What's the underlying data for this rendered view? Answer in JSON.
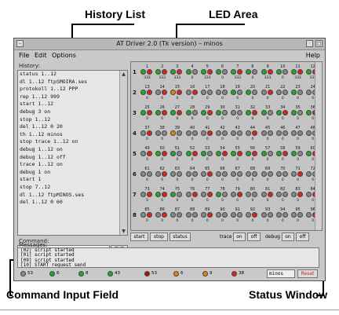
{
  "callouts": {
    "history": "History List",
    "led": "LED Area",
    "command": "Command Input Field",
    "status": "Status Window"
  },
  "window": {
    "title": "AT Driver 2.0 (Tk version) – minos",
    "menu": {
      "file": "File",
      "edit": "Edit",
      "options": "Options",
      "help": "Help"
    },
    "history_label": "History:",
    "history": [
      "status 1..12",
      "dl 1..12 ftpSMOIRA.ses",
      "protokoll 1..12 PPP",
      "rep 1..12 999",
      "start 1..12",
      "debug 3 on",
      "stop 1..12",
      "del 1..12 0 20",
      "th 1..12 minos",
      "stop trace 1..12 on",
      "debug 1..12 on",
      "debug 1..12 off",
      "trace 1..12 on",
      "debug 1 on",
      "start 1",
      "stop 7..12",
      "dl 1..12 ftpMINOS.ses",
      "del 1..12 0 60"
    ],
    "command_label": "Command:",
    "command_value": "",
    "exe_label": "EXE",
    "controls": {
      "start": "start",
      "stop": "stop",
      "status": "status",
      "trace": "trace",
      "debug": "debug",
      "on": "on",
      "off": "off"
    },
    "messages_label": "Messages:",
    "messages": [
      "[02] script started",
      "[01] script started",
      "[09] script started",
      "[10] START request send"
    ],
    "status_counts": [
      {
        "color": "#888888",
        "count": "53"
      },
      {
        "color": "#22aa22",
        "count": "6"
      },
      {
        "color": "#22aa22",
        "count": "8"
      },
      {
        "color": "#22aa22",
        "count": "43"
      },
      {
        "color": "#aa1111",
        "count": "53"
      },
      {
        "color": "#dd8800",
        "count": "6"
      },
      {
        "color": "#dd8800",
        "count": "9"
      },
      {
        "color": "#dd2222",
        "count": "38"
      }
    ],
    "host_field": "minos",
    "reset_label": "Reset"
  },
  "led_rows": [
    {
      "row": "1",
      "cells": [
        {
          "n": "1",
          "c": [
            "#22aa22",
            "#dd2222"
          ],
          "v": "333"
        },
        {
          "n": "2",
          "c": [
            "#22aa22",
            "#dd2222"
          ],
          "v": "333"
        },
        {
          "n": "3",
          "c": [
            "#22aa22",
            "#dd2222"
          ],
          "v": "333"
        },
        {
          "n": "4",
          "c": [
            "#22aa22",
            "#888888"
          ],
          "v": "0"
        },
        {
          "n": "5",
          "c": [
            "#22aa22",
            "#dd2222"
          ],
          "v": "333"
        },
        {
          "n": "6",
          "c": [
            "#22aa22",
            "#888888"
          ],
          "v": "0"
        },
        {
          "n": "7",
          "c": [
            "#22aa22",
            "#dd2222"
          ],
          "v": "333"
        },
        {
          "n": "8",
          "c": [
            "#22aa22",
            "#888888"
          ],
          "v": "0"
        },
        {
          "n": "9",
          "c": [
            "#22aa22",
            "#dd2222"
          ],
          "v": "333"
        },
        {
          "n": "10",
          "c": [
            "#22aa22",
            "#888888"
          ],
          "v": "0"
        },
        {
          "n": "11",
          "c": [
            "#22aa22",
            "#dd2222"
          ],
          "v": "333"
        },
        {
          "n": "12",
          "c": [
            "#22aa22",
            "#dd2222"
          ],
          "v": "333"
        }
      ]
    },
    {
      "row": "2",
      "cells": [
        {
          "n": "13",
          "c": [
            "#22aa22",
            "#dd2222"
          ],
          "v": "0"
        },
        {
          "n": "14",
          "c": [
            "#888888",
            "#dd2222"
          ],
          "v": "0"
        },
        {
          "n": "15",
          "c": [
            "#dd8800",
            "#dd2222"
          ],
          "v": "0"
        },
        {
          "n": "16",
          "c": [
            "#888888",
            "#dd2222"
          ],
          "v": "0"
        },
        {
          "n": "17",
          "c": [
            "#888888",
            "#888888"
          ],
          "v": "0"
        },
        {
          "n": "18",
          "c": [
            "#888888",
            "#888888"
          ],
          "v": "0"
        },
        {
          "n": "19",
          "c": [
            "#22aa22",
            "#888888"
          ],
          "v": "0"
        },
        {
          "n": "20",
          "c": [
            "#22aa22",
            "#888888"
          ],
          "v": "0"
        },
        {
          "n": "21",
          "c": [
            "#888888",
            "#dd2222"
          ],
          "v": "0"
        },
        {
          "n": "22",
          "c": [
            "#888888",
            "#888888"
          ],
          "v": "0"
        },
        {
          "n": "23",
          "c": [
            "#22aa22",
            "#888888"
          ],
          "v": "0"
        },
        {
          "n": "24",
          "c": [
            "#888888",
            "#888888"
          ],
          "v": "0"
        }
      ]
    },
    {
      "row": "3",
      "cells": [
        {
          "n": "25",
          "c": [
            "#22aa22",
            "#dd2222"
          ],
          "v": "0"
        },
        {
          "n": "26",
          "c": [
            "#22aa22",
            "#dd2222"
          ],
          "v": "0"
        },
        {
          "n": "27",
          "c": [
            "#22aa22",
            "#dd2222"
          ],
          "v": "0"
        },
        {
          "n": "28",
          "c": [
            "#22aa22",
            "#888888"
          ],
          "v": "0"
        },
        {
          "n": "29",
          "c": [
            "#22aa22",
            "#dd2222"
          ],
          "v": "0"
        },
        {
          "n": "30",
          "c": [
            "#22aa22",
            "#888888"
          ],
          "v": "0"
        },
        {
          "n": "31",
          "c": [
            "#888888",
            "#888888"
          ],
          "v": "0"
        },
        {
          "n": "32",
          "c": [
            "#22aa22",
            "#dd2222"
          ],
          "v": "0"
        },
        {
          "n": "33",
          "c": [
            "#22aa22",
            "#888888"
          ],
          "v": "0"
        },
        {
          "n": "34",
          "c": [
            "#22aa22",
            "#dd2222"
          ],
          "v": "0"
        },
        {
          "n": "35",
          "c": [
            "#22aa22",
            "#888888"
          ],
          "v": "0"
        },
        {
          "n": "36",
          "c": [
            "#22aa22",
            "#dd2222"
          ],
          "v": "0"
        }
      ]
    },
    {
      "row": "4",
      "cells": [
        {
          "n": "37",
          "c": [
            "#888888",
            "#dd2222"
          ],
          "v": "0"
        },
        {
          "n": "38",
          "c": [
            "#888888",
            "#888888"
          ],
          "v": "0"
        },
        {
          "n": "39",
          "c": [
            "#dd8800",
            "#888888"
          ],
          "v": "0"
        },
        {
          "n": "40",
          "c": [
            "#888888",
            "#888888"
          ],
          "v": "0"
        },
        {
          "n": "41",
          "c": [
            "#888888",
            "#dd2222"
          ],
          "v": "0"
        },
        {
          "n": "42",
          "c": [
            "#888888",
            "#888888"
          ],
          "v": "0"
        },
        {
          "n": "43",
          "c": [
            "#888888",
            "#888888"
          ],
          "v": "0"
        },
        {
          "n": "44",
          "c": [
            "#888888",
            "#dd2222"
          ],
          "v": "0"
        },
        {
          "n": "45",
          "c": [
            "#888888",
            "#888888"
          ],
          "v": "0"
        },
        {
          "n": "46",
          "c": [
            "#888888",
            "#888888"
          ],
          "v": "0"
        },
        {
          "n": "47",
          "c": [
            "#888888",
            "#888888"
          ],
          "v": "0"
        },
        {
          "n": "48",
          "c": [
            "#888888",
            "#888888"
          ],
          "v": "0"
        }
      ]
    },
    {
      "row": "5",
      "cells": [
        {
          "n": "49",
          "c": [
            "#888888",
            "#dd2222"
          ],
          "v": "0"
        },
        {
          "n": "50",
          "c": [
            "#22aa22",
            "#dd2222"
          ],
          "v": "0"
        },
        {
          "n": "51",
          "c": [
            "#22aa22",
            "#888888"
          ],
          "v": "0"
        },
        {
          "n": "52",
          "c": [
            "#22aa22",
            "#dd2222"
          ],
          "v": "0"
        },
        {
          "n": "53",
          "c": [
            "#22aa22",
            "#888888"
          ],
          "v": "0"
        },
        {
          "n": "54",
          "c": [
            "#22aa22",
            "#dd2222"
          ],
          "v": "0"
        },
        {
          "n": "55",
          "c": [
            "#22aa22",
            "#dd2222"
          ],
          "v": "0"
        },
        {
          "n": "56",
          "c": [
            "#22aa22",
            "#dd2222"
          ],
          "v": "0"
        },
        {
          "n": "57",
          "c": [
            "#22aa22",
            "#888888"
          ],
          "v": "0"
        },
        {
          "n": "58",
          "c": [
            "#22aa22",
            "#dd2222"
          ],
          "v": "0"
        },
        {
          "n": "59",
          "c": [
            "#22aa22",
            "#888888"
          ],
          "v": "0"
        },
        {
          "n": "60",
          "c": [
            "#22aa22",
            "#dd2222"
          ],
          "v": "0"
        }
      ]
    },
    {
      "row": "6",
      "cells": [
        {
          "n": "61",
          "c": [
            "#888888",
            "#888888"
          ],
          "v": "0"
        },
        {
          "n": "62",
          "c": [
            "#888888",
            "#dd2222"
          ],
          "v": "0"
        },
        {
          "n": "63",
          "c": [
            "#888888",
            "#888888"
          ],
          "v": "0"
        },
        {
          "n": "64",
          "c": [
            "#888888",
            "#888888"
          ],
          "v": "0"
        },
        {
          "n": "65",
          "c": [
            "#888888",
            "#dd2222"
          ],
          "v": "0"
        },
        {
          "n": "66",
          "c": [
            "#888888",
            "#888888"
          ],
          "v": "0"
        },
        {
          "n": "67",
          "c": [
            "#888888",
            "#888888"
          ],
          "v": "0"
        },
        {
          "n": "68",
          "c": [
            "#888888",
            "#888888"
          ],
          "v": "0"
        },
        {
          "n": "69",
          "c": [
            "#888888",
            "#888888"
          ],
          "v": "0"
        },
        {
          "n": "70",
          "c": [
            "#888888",
            "#888888"
          ],
          "v": "0"
        },
        {
          "n": "71",
          "c": [
            "#888888",
            "#dd2222"
          ],
          "v": "0"
        },
        {
          "n": "72",
          "c": [
            "#888888",
            "#888888"
          ],
          "v": "0"
        }
      ]
    },
    {
      "row": "7",
      "cells": [
        {
          "n": "73",
          "c": [
            "#888888",
            "#dd2222"
          ],
          "v": "0"
        },
        {
          "n": "74",
          "c": [
            "#22aa22",
            "#dd2222"
          ],
          "v": "0"
        },
        {
          "n": "75",
          "c": [
            "#22aa22",
            "#888888"
          ],
          "v": "0"
        },
        {
          "n": "76",
          "c": [
            "#888888",
            "#dd2222"
          ],
          "v": "0"
        },
        {
          "n": "77",
          "c": [
            "#888888",
            "#dd2222"
          ],
          "v": "0"
        },
        {
          "n": "78",
          "c": [
            "#22aa22",
            "#888888"
          ],
          "v": "0"
        },
        {
          "n": "79",
          "c": [
            "#888888",
            "#dd2222"
          ],
          "v": "0"
        },
        {
          "n": "80",
          "c": [
            "#888888",
            "#888888"
          ],
          "v": "0"
        },
        {
          "n": "81",
          "c": [
            "#888888",
            "#dd2222"
          ],
          "v": "0"
        },
        {
          "n": "82",
          "c": [
            "#888888",
            "#888888"
          ],
          "v": "0"
        },
        {
          "n": "83",
          "c": [
            "#888888",
            "#dd2222"
          ],
          "v": "0"
        },
        {
          "n": "84",
          "c": [
            "#888888",
            "#dd2222"
          ],
          "v": "0"
        }
      ]
    },
    {
      "row": "8",
      "cells": [
        {
          "n": "85",
          "c": [
            "#888888",
            "#dd2222"
          ],
          "v": "0"
        },
        {
          "n": "86",
          "c": [
            "#888888",
            "#dd2222"
          ],
          "v": "0"
        },
        {
          "n": "87",
          "c": [
            "#888888",
            "#888888"
          ],
          "v": "0"
        },
        {
          "n": "88",
          "c": [
            "#888888",
            "#888888"
          ],
          "v": "0"
        },
        {
          "n": "89",
          "c": [
            "#888888",
            "#dd2222"
          ],
          "v": "0"
        },
        {
          "n": "90",
          "c": [
            "#888888",
            "#888888"
          ],
          "v": "0"
        },
        {
          "n": "91",
          "c": [
            "#888888",
            "#888888"
          ],
          "v": "0"
        },
        {
          "n": "92",
          "c": [
            "#888888",
            "#dd2222"
          ],
          "v": "0"
        },
        {
          "n": "93",
          "c": [
            "#888888",
            "#888888"
          ],
          "v": "0"
        },
        {
          "n": "94",
          "c": [
            "#888888",
            "#888888"
          ],
          "v": "0"
        },
        {
          "n": "95",
          "c": [
            "#888888",
            "#888888"
          ],
          "v": "0"
        },
        {
          "n": "96",
          "c": [
            "#888888",
            "#dd2222"
          ],
          "v": "0"
        }
      ]
    }
  ]
}
